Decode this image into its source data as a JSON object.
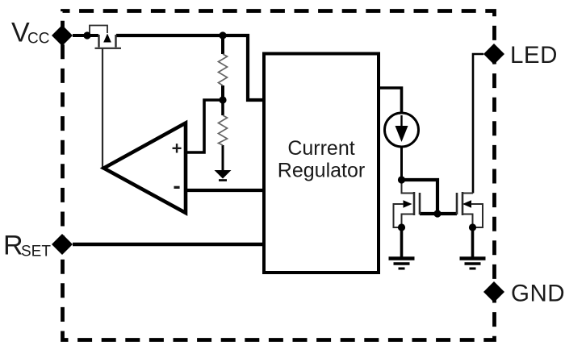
{
  "diagram": {
    "background_color": "#ffffff",
    "line_color": "#000000",
    "pins": [
      {
        "id": "VCC",
        "label": "V",
        "subscript": "CC"
      },
      {
        "id": "RSET",
        "label": "R",
        "subscript": "SET"
      },
      {
        "id": "LED",
        "label": "LED",
        "subscript": ""
      },
      {
        "id": "GND",
        "label": "GND",
        "subscript": ""
      }
    ],
    "regulator_block": {
      "line1": "Current",
      "line2": "Regulator"
    },
    "opamp": {
      "plus_label": "+",
      "minus_label": "-"
    }
  }
}
